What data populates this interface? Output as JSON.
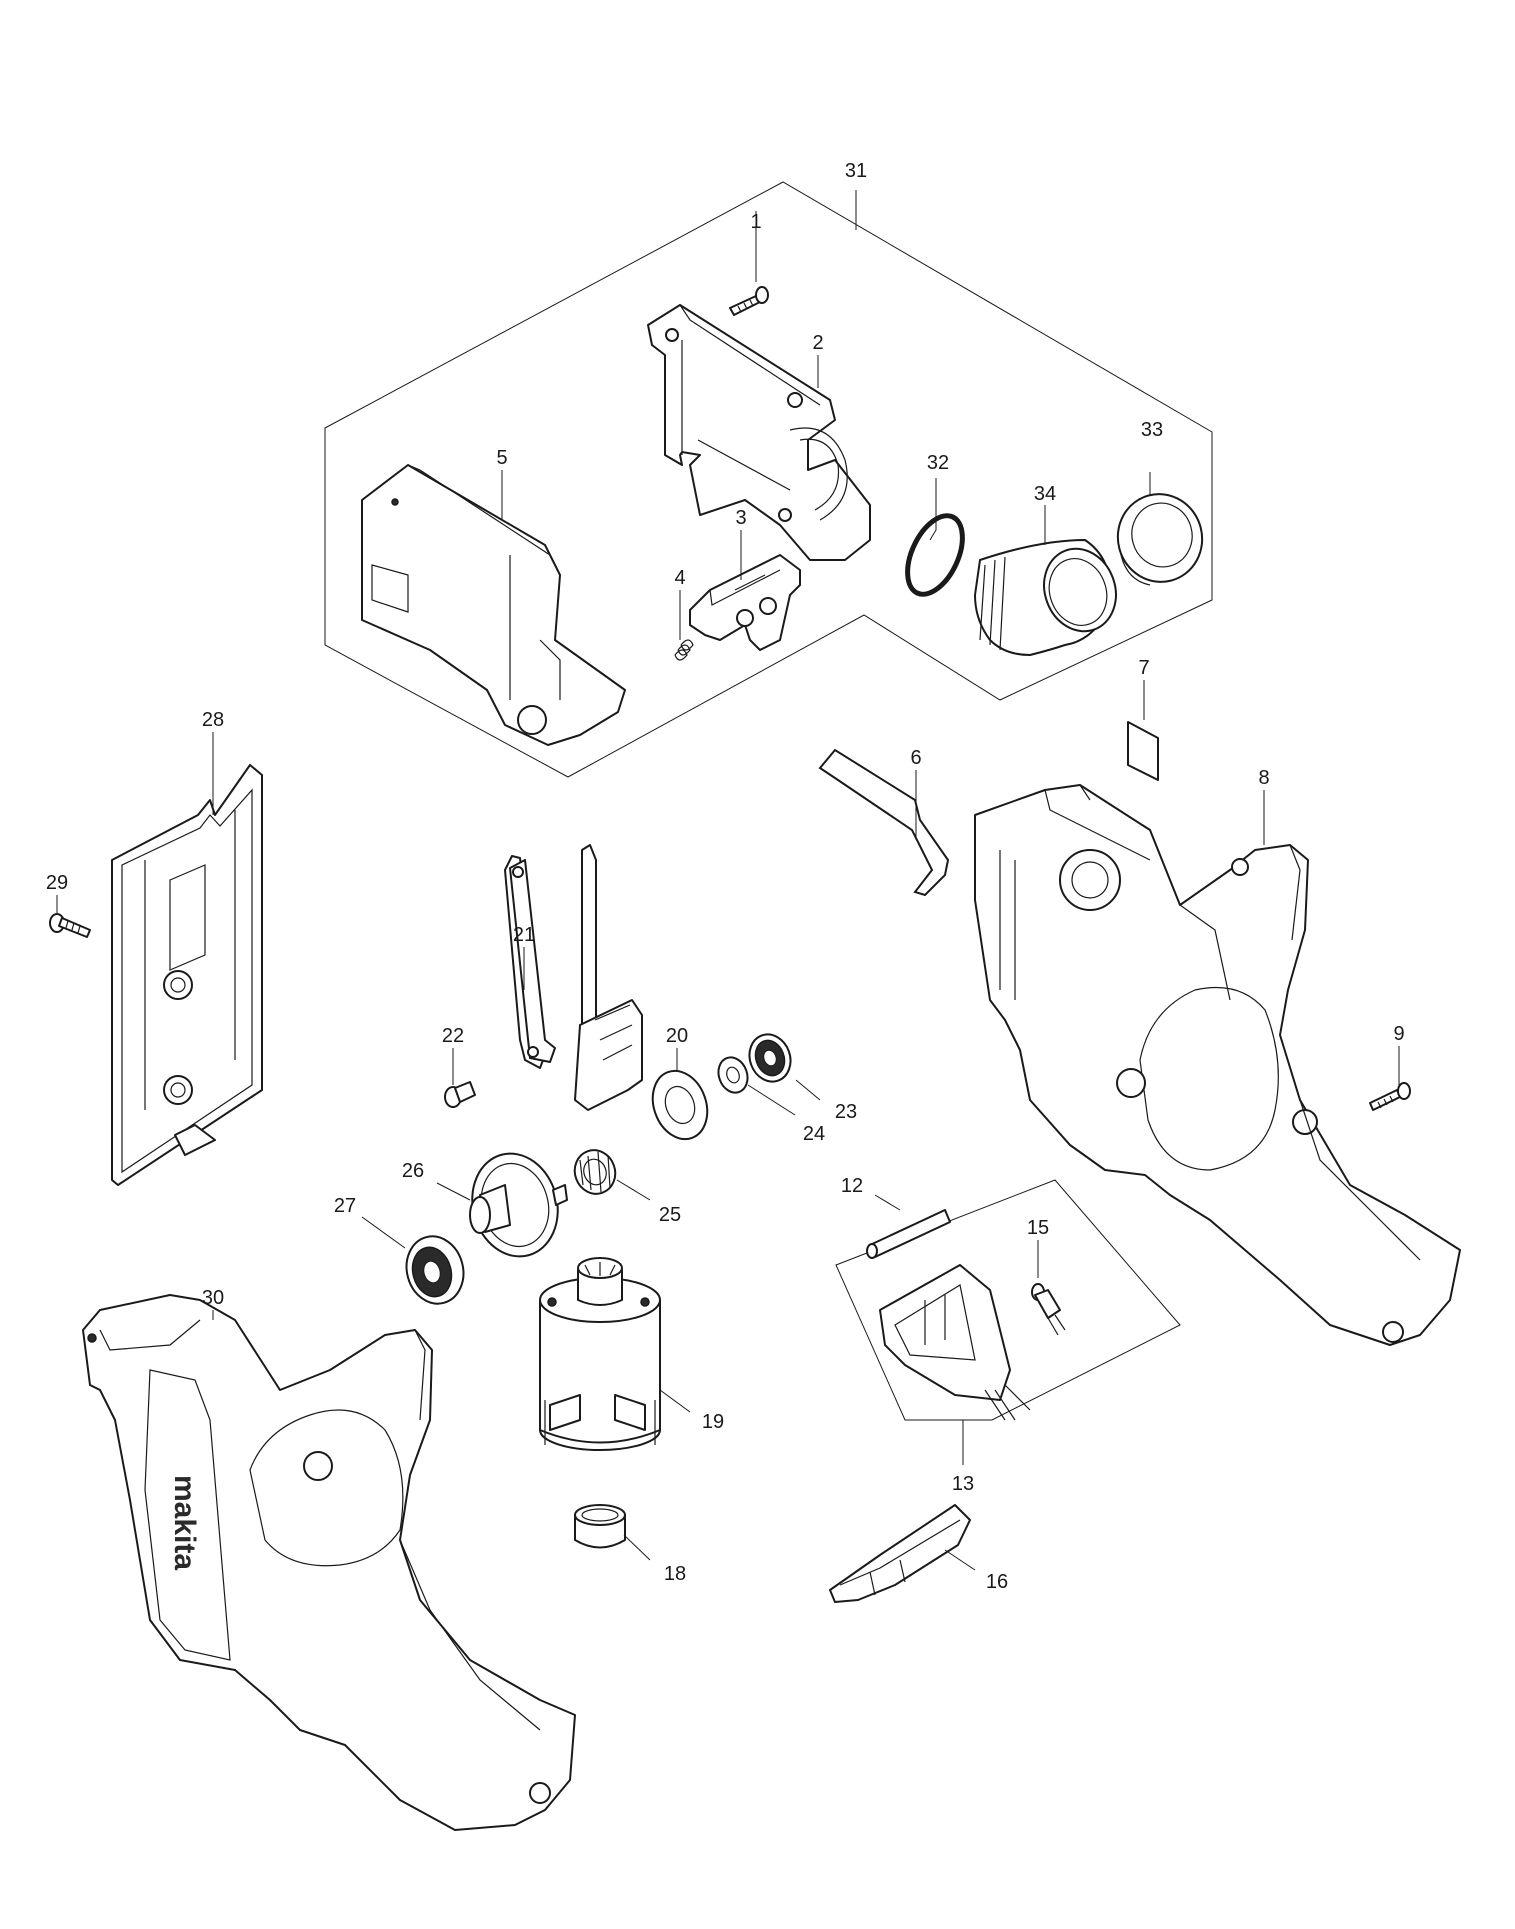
{
  "callouts": [
    {
      "key": "1",
      "label": "1"
    },
    {
      "key": "2",
      "label": "2"
    },
    {
      "key": "3",
      "label": "3"
    },
    {
      "key": "4",
      "label": "4"
    },
    {
      "key": "5",
      "label": "5"
    },
    {
      "key": "6",
      "label": "6"
    },
    {
      "key": "7",
      "label": "7"
    },
    {
      "key": "8",
      "label": "8"
    },
    {
      "key": "9",
      "label": "9"
    },
    {
      "key": "12",
      "label": "12"
    },
    {
      "key": "13",
      "label": "13"
    },
    {
      "key": "15",
      "label": "15"
    },
    {
      "key": "16",
      "label": "16"
    },
    {
      "key": "18",
      "label": "18"
    },
    {
      "key": "19",
      "label": "19"
    },
    {
      "key": "20",
      "label": "20"
    },
    {
      "key": "21",
      "label": "21"
    },
    {
      "key": "22",
      "label": "22"
    },
    {
      "key": "23",
      "label": "23"
    },
    {
      "key": "24",
      "label": "24"
    },
    {
      "key": "25",
      "label": "25"
    },
    {
      "key": "26",
      "label": "26"
    },
    {
      "key": "27",
      "label": "27"
    },
    {
      "key": "28",
      "label": "28"
    },
    {
      "key": "29",
      "label": "29"
    },
    {
      "key": "30",
      "label": "30"
    },
    {
      "key": "31",
      "label": "31"
    },
    {
      "key": "32",
      "label": "32"
    },
    {
      "key": "33",
      "label": "33"
    },
    {
      "key": "34",
      "label": "34"
    }
  ],
  "housing_logo": "makita"
}
